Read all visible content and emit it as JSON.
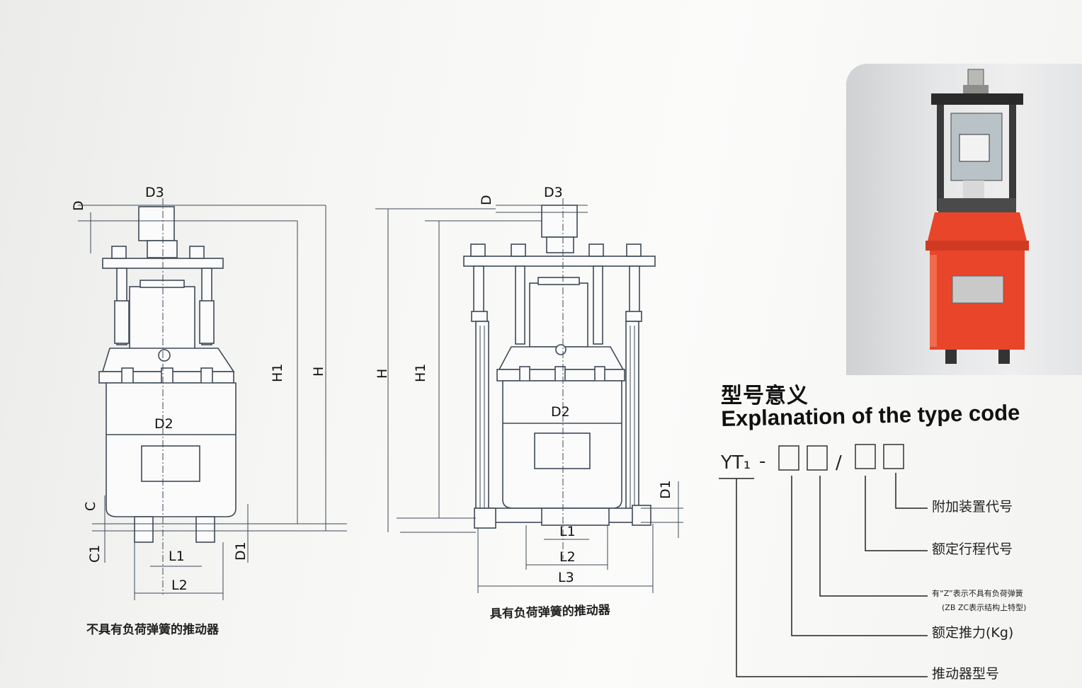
{
  "diagram_left": {
    "caption": "不具有负荷弹簧的推动器",
    "labels": {
      "d": "D",
      "d1": "D1",
      "d2": "D2",
      "d3": "D3",
      "c": "C",
      "c1": "C1",
      "h": "H",
      "h1": "H1",
      "l1": "L1",
      "l2": "L2"
    }
  },
  "diagram_right": {
    "caption": "具有负荷弹簧的推动器",
    "labels": {
      "d": "D",
      "d1": "D1",
      "d2": "D2",
      "d3": "D3",
      "h": "H",
      "h1": "H1",
      "l1": "L1",
      "l2": "L2",
      "l3": "L3"
    }
  },
  "type_code": {
    "heading_cn": "型号意义",
    "heading_en": "Explanation of the type code",
    "prefix": "YT₁",
    "separator_dash": "-",
    "separator_slash": "/",
    "items": [
      "附加装置代号",
      "额定行程代号",
      "有“Z”表示不具有负荷弹簧",
      "(ZB ZC表示结构上特型)",
      "额定推力(Kg)",
      "推动器型号"
    ]
  },
  "colors": {
    "line": "#3e4a58",
    "photo_body": "#e8452a"
  }
}
